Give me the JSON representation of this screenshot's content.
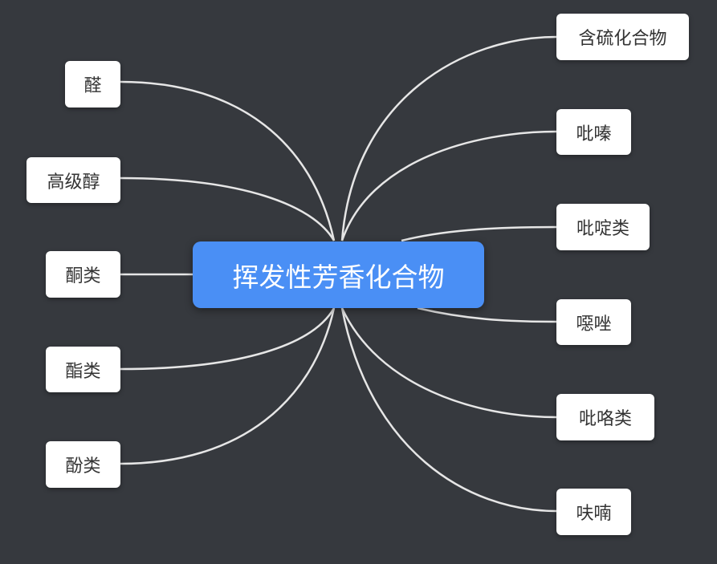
{
  "colors": {
    "background": "#36393e",
    "central_fill": "#4a8ff5",
    "node_fill": "#ffffff",
    "connector": "#e6e6e6"
  },
  "central": {
    "label": "挥发性芳香化合物"
  },
  "left_nodes": [
    {
      "label": "醛"
    },
    {
      "label": "高级醇"
    },
    {
      "label": "酮类"
    },
    {
      "label": "酯类"
    },
    {
      "label": "酚类"
    }
  ],
  "right_nodes": [
    {
      "label": "含硫化合物"
    },
    {
      "label": "吡嗪"
    },
    {
      "label": "吡啶类"
    },
    {
      "label": "噁唑"
    },
    {
      "label": "吡咯类"
    },
    {
      "label": "呋喃"
    }
  ]
}
